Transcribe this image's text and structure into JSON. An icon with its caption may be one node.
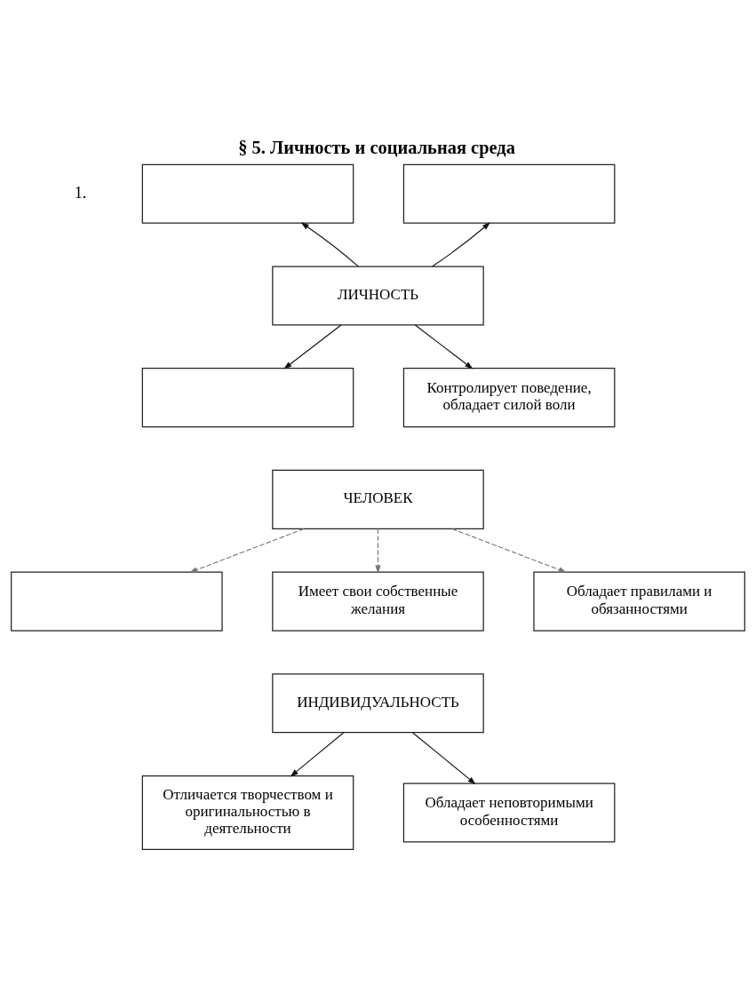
{
  "diagram": {
    "title": "§ 5. Личность и социальная среда",
    "nodes": [
      {
        "text": [],
        "shape": "box"
      },
      {
        "text": [],
        "shape": "box"
      },
      {
        "text": [
          "ЛИЧНОСТЬ"
        ]
      },
      {
        "text": [],
        "shape": "box"
      },
      {
        "text": [
          "Контролирует поведение, обладает силой воли"
        ]
      },
      {
        "text": [
          "ЧЕЛОВЕК"
        ]
      },
      {
        "text": [],
        "shape": "box"
      },
      {
        "text": [
          "Имеет свои собственные желания"
        ]
      },
      {
        "text": [
          "Обладает правилами и обязанностями"
        ]
      },
      {
        "text": [
          "ИНДИВИДУАЛЬНОСТЬ"
        ]
      },
      {
        "text": [
          "Отличается творчеством и оригинальностью в деятельности"
        ]
      },
      {
        "text": [
          "Обладает неповторимыми особенностями"
        ]
      }
    ],
    "edges": [
      {
        "from": 2,
        "to": 0,
        "arrow": "to"
      },
      {
        "from": 2,
        "to": 1,
        "arrow": "to"
      },
      {
        "from": 2,
        "to": 3,
        "arrow": "to"
      },
      {
        "from": 2,
        "to": 4,
        "arrow": "to"
      },
      {
        "from": 5,
        "to": 6,
        "arrow": "to",
        "style": "dashed",
        "color": "#777777"
      },
      {
        "from": 5,
        "to": 7,
        "arrow": "to",
        "style": "dashed",
        "color": "#777777"
      },
      {
        "from": 5,
        "to": 8,
        "arrow": "to",
        "style": "dashed",
        "color": "#777777"
      },
      {
        "from": 9,
        "to": 10,
        "arrow": "to"
      },
      {
        "from": 9,
        "to": 11,
        "arrow": "to"
      }
    ],
    "labels": [
      "1."
    ]
  }
}
